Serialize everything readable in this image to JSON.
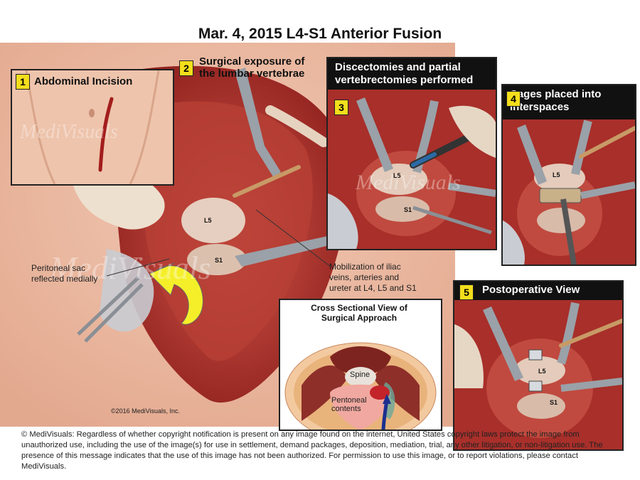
{
  "title": "Mar. 4, 2015 L4-S1 Anterior Fusion",
  "panels": {
    "p1": {
      "number": "1",
      "label": "Abdominal Incision"
    },
    "p2": {
      "number": "2",
      "label_line1": "Surgical exposure of",
      "label_line2": "the lumbar vertebrae"
    },
    "p3": {
      "number": "3",
      "header_line1": "Discectomies and partial",
      "header_line2": "vertebrectomies performed"
    },
    "p4": {
      "number": "4",
      "header_line1": "Cages placed into",
      "header_line2": "interspaces"
    },
    "p5": {
      "number": "5",
      "header": "Postoperative View"
    }
  },
  "annotations": {
    "peritoneal_line1": "Peritoneal sac",
    "peritoneal_line2": "reflected medially",
    "mobilization_line1": "Mobilization of iliac",
    "mobilization_line2": "veins, arteries and",
    "mobilization_line3": "ureter at L4, L5 and S1"
  },
  "vertebra_labels": {
    "main_l5": "L5",
    "main_s1": "S1",
    "p3_l5": "L5",
    "p3_s1": "S1",
    "p4_l5": "L5",
    "p5_l5": "L5",
    "p5_s1": "S1"
  },
  "cross_section": {
    "title_line1": "Cross Sectional View of",
    "title_line2": "Surgical Approach",
    "spine_label": "Spine",
    "peritoneal_label_line1": "Pentoneal",
    "peritoneal_label_line2": "contents"
  },
  "watermark": "MediVisuals",
  "credit": "©2016 MediVisuals, Inc.",
  "copyright_notice": "© MediVisuals: Regardless of whether copyright notification is present on any image found on the internet, United States copyright laws protect the image from unauthorized use, including the use of the image(s) for use in settlement, demand packages, deposition, mediation, trial, any other litigation, or non-litigation use. The presence of this message indicates that the use of this image has not been authorized. For permission to use this image, or to report violations, please contact MediVisuals.",
  "colors": {
    "badge": "#f3de1c",
    "tissue": "#b3322e",
    "skin": "#e8b49e",
    "header_bg": "#111111"
  }
}
